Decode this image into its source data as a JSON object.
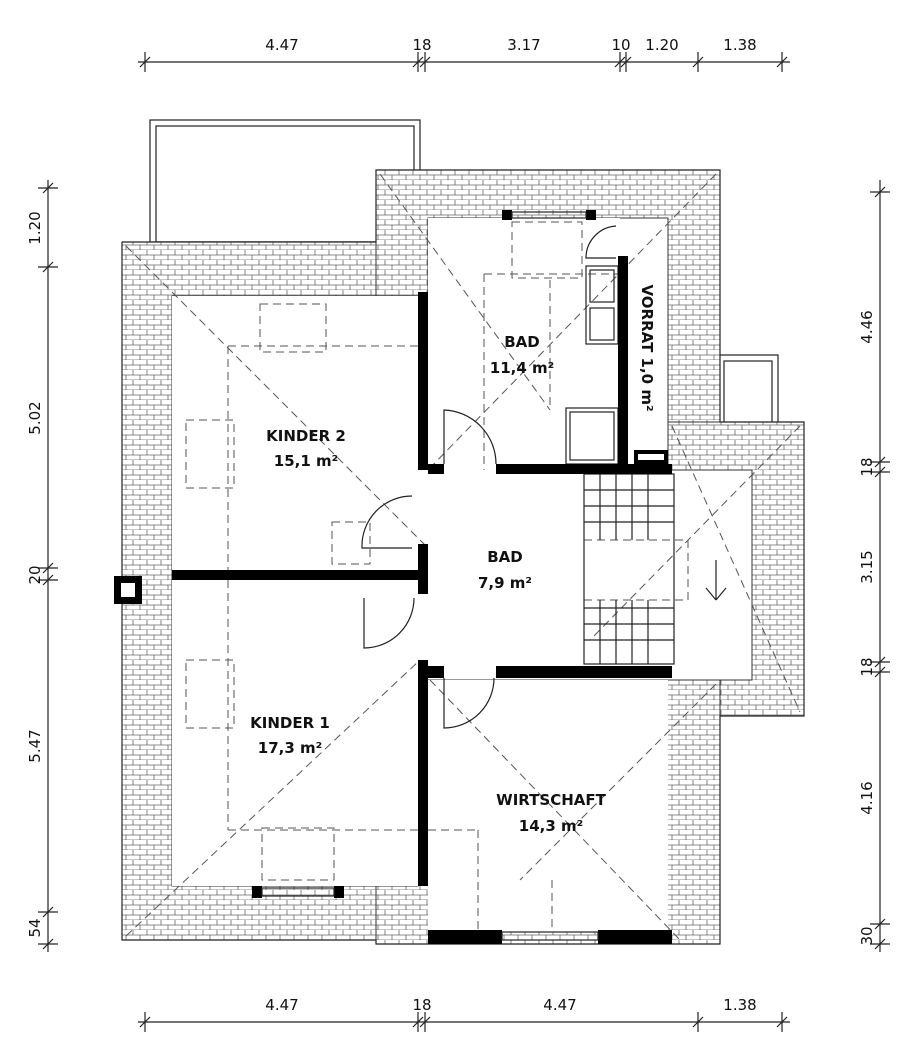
{
  "dimensions": {
    "top": [
      "4.47",
      "18",
      "3.17",
      "10",
      "1.20",
      "1.38"
    ],
    "bottom": [
      "4.47",
      "18",
      "4.47",
      "1.38"
    ],
    "left": [
      "1.20",
      "5.02",
      "20",
      "5.47",
      "54"
    ],
    "right": [
      "4.46",
      "18",
      "3.15",
      "18",
      "4.16",
      "30"
    ]
  },
  "rooms": {
    "kinder2": {
      "name": "KINDER 2",
      "area": "15,1 m²"
    },
    "kinder1": {
      "name": "KINDER 1",
      "area": "17,3 m²"
    },
    "bad_top": {
      "name": "BAD",
      "area": "11,4 m²"
    },
    "vorrat": {
      "name": "VORRAT 1,0 m²"
    },
    "bad_mid": {
      "name": "BAD",
      "area": "7,9 m²"
    },
    "wirtschaft": {
      "name": "WIRTSCHAFT",
      "area": "14,3 m²"
    }
  }
}
